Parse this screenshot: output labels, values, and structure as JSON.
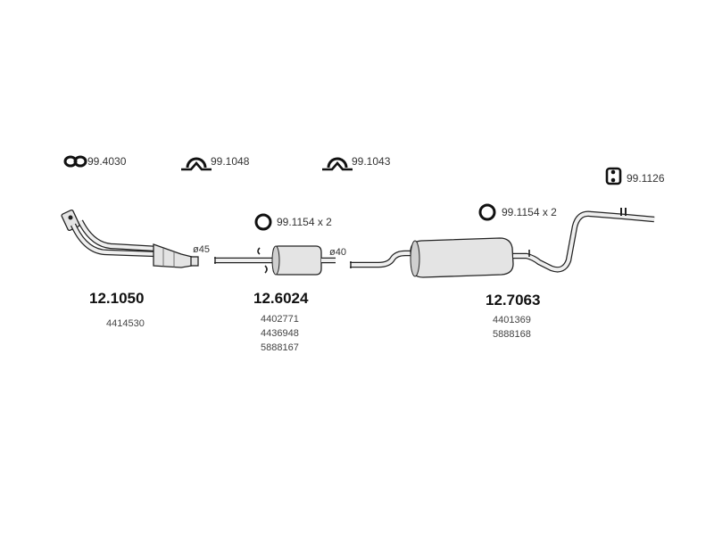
{
  "accessories": {
    "clamp_small": "99.4030",
    "clamp_a": "99.1048",
    "clamp_b": "99.1043",
    "hanger": "99.1126",
    "gasket_1": "99.1154 x 2",
    "gasket_2": "99.1154 x 2"
  },
  "parts": [
    {
      "number": "12.1050",
      "diameter": "ø45",
      "oem": [
        "4414530"
      ]
    },
    {
      "number": "12.6024",
      "diameter": "ø40",
      "oem": [
        "4402771",
        "4436948",
        "5888167"
      ]
    },
    {
      "number": "12.7063",
      "oem": [
        "4401369",
        "5888168"
      ]
    }
  ],
  "icons": {
    "clamp_small": "double-ring-clamp-icon",
    "clamp": "u-clamp-icon",
    "hanger": "rubber-hanger-icon",
    "gasket": "ring-gasket-icon"
  }
}
